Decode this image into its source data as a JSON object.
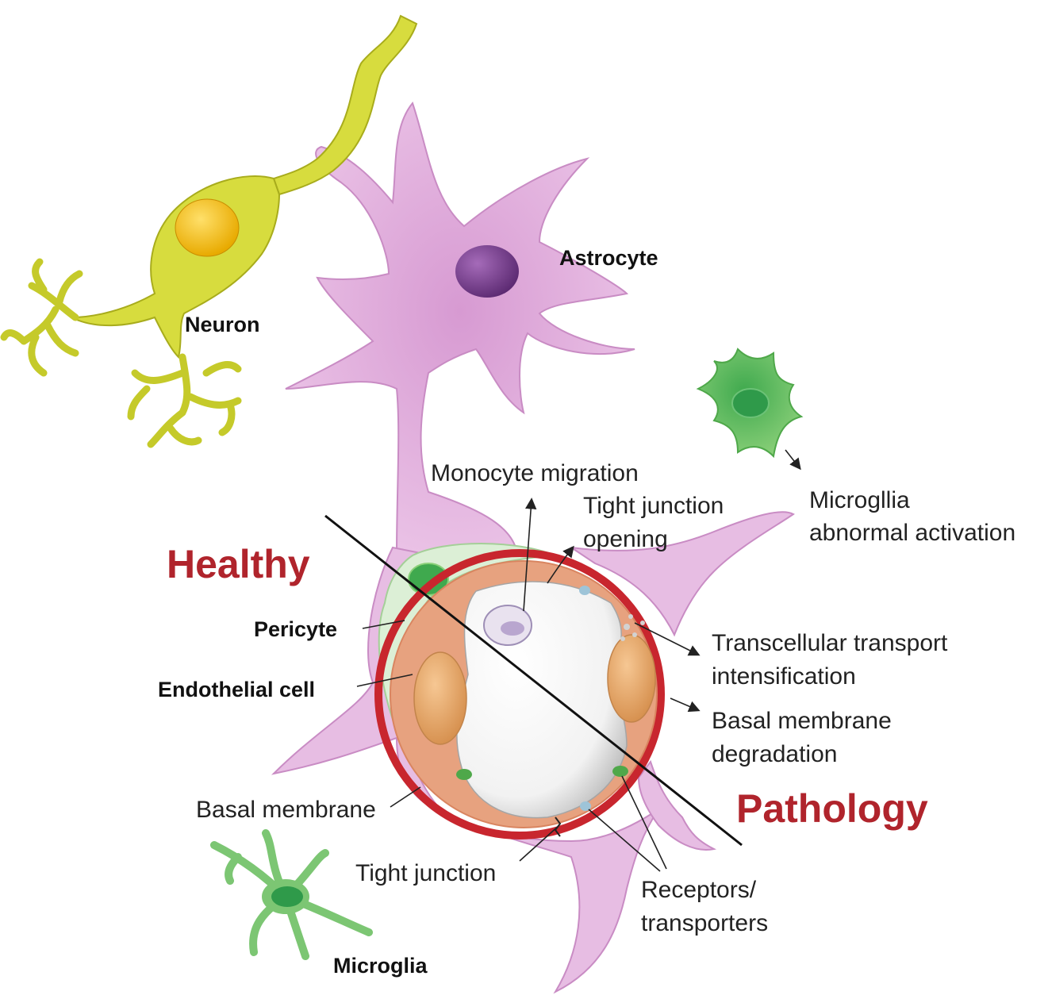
{
  "colors": {
    "state": "#b0242c",
    "neuron": "#d7dc3e",
    "neuron_dark": "#a8ac1c",
    "neuron_nucleus": "#f3c114",
    "astrocyte": "#e3b3df",
    "astrocyte_edge": "#c98cc4",
    "astrocyte_nucleus": "#7a3f8f",
    "microglia": "#6fc267",
    "microglia_nucleus": "#2f9a4a",
    "endothelium": "#e7a27f",
    "endothelial_nucleus": "#e4a565",
    "basal_membrane": "#c8262e",
    "pericyte": "#dcefd6",
    "lumen": "#ffffff"
  },
  "cells": {
    "neuron": "Neuron",
    "astrocyte": "Astrocyte",
    "microglia": "Microglia",
    "pericyte": "Pericyte",
    "endothelial_cell": "Endothelial cell"
  },
  "states": {
    "healthy": "Healthy",
    "pathology": "Pathology"
  },
  "structures": {
    "basal_membrane": "Basal membrane",
    "tight_junction": "Tight junction",
    "receptors": [
      "Receptors/",
      "transporters"
    ]
  },
  "pathology_events": {
    "monocyte_migration": "Monocyte migration",
    "tight_junction_opening": [
      "Tight junction",
      "opening"
    ],
    "microglia_activation": [
      "Microgllia",
      "abnormal activation"
    ],
    "transcellular_transport": [
      "Transcellular transport",
      "intensification"
    ],
    "basal_membrane_degradation": [
      "Basal membrane",
      "degradation"
    ]
  }
}
